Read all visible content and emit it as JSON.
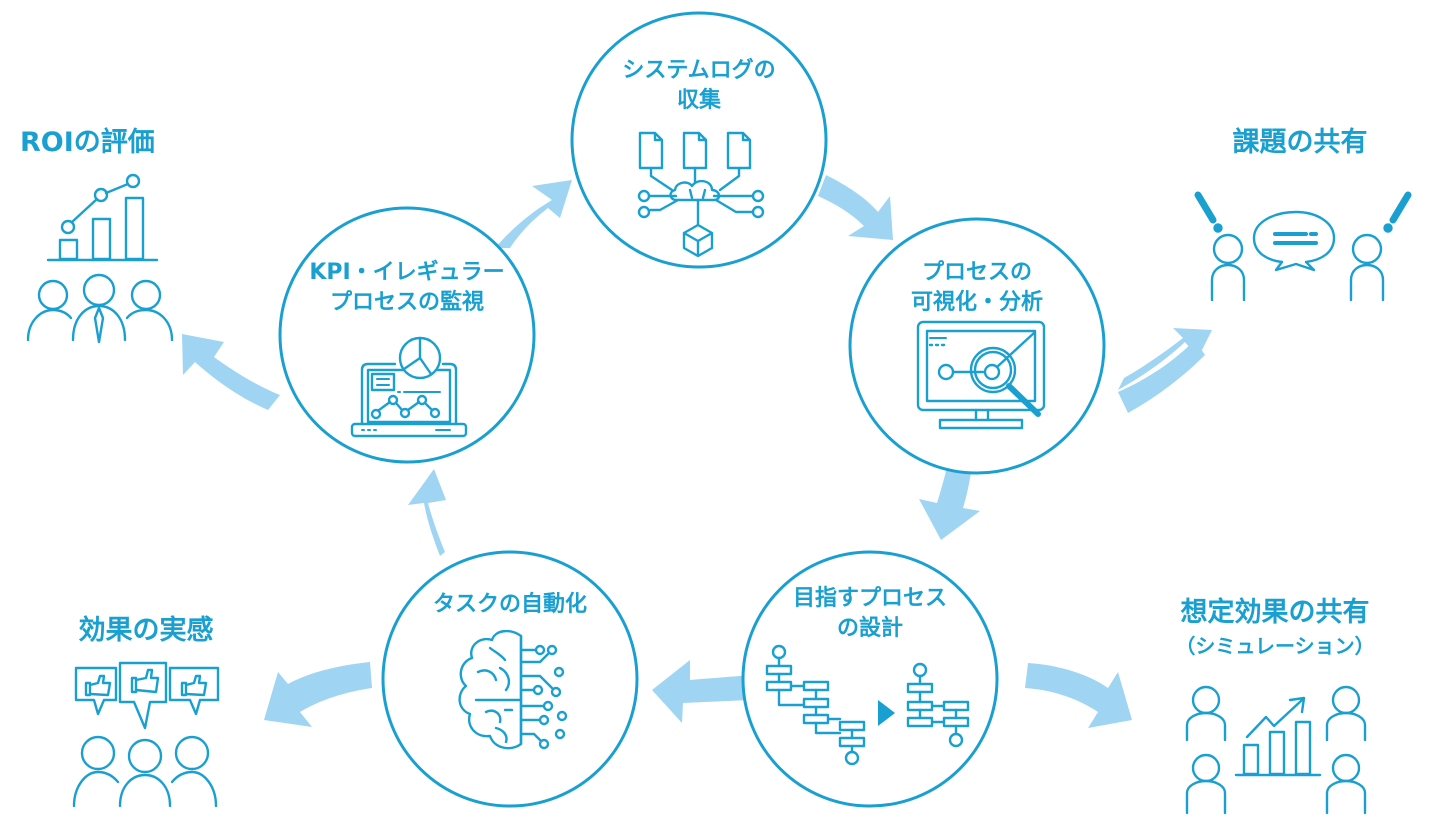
{
  "colors": {
    "stroke": "#1aa0d0",
    "arrow": "#9fd5f3",
    "background": "#ffffff"
  },
  "cycle": {
    "steps": [
      {
        "id": "log-collection",
        "title_line1": "システムログの",
        "title_line2": "収集",
        "icon": "documents-cloud-network-icon"
      },
      {
        "id": "process-visualization",
        "title_line1": "プロセスの",
        "title_line2": "可視化・分析",
        "icon": "monitor-magnifier-icon"
      },
      {
        "id": "process-design",
        "title_line1": "目指すプロセス",
        "title_line2": "の設計",
        "icon": "flowchart-transform-icon"
      },
      {
        "id": "task-automation",
        "title_line1": "タスクの自動化",
        "title_line2": "",
        "icon": "ai-brain-circuit-icon"
      },
      {
        "id": "kpi-monitoring",
        "title_line1": "KPI・イレギュラー",
        "title_line2": "プロセスの監視",
        "icon": "laptop-dashboard-icon"
      }
    ]
  },
  "outcomes": [
    {
      "id": "roi-evaluation",
      "title": "ROIの評価",
      "subtitle": "",
      "icon": "people-bar-chart-icon"
    },
    {
      "id": "issue-sharing",
      "title": "課題の共有",
      "subtitle": "",
      "icon": "people-speech-bubble-icon"
    },
    {
      "id": "expected-effect-sharing",
      "title": "想定効果の共有",
      "subtitle": "（シミュレーション）",
      "icon": "people-growth-chart-icon"
    },
    {
      "id": "effect-realization",
      "title": "効果の実感",
      "subtitle": "",
      "icon": "people-thumbs-up-icon"
    }
  ]
}
